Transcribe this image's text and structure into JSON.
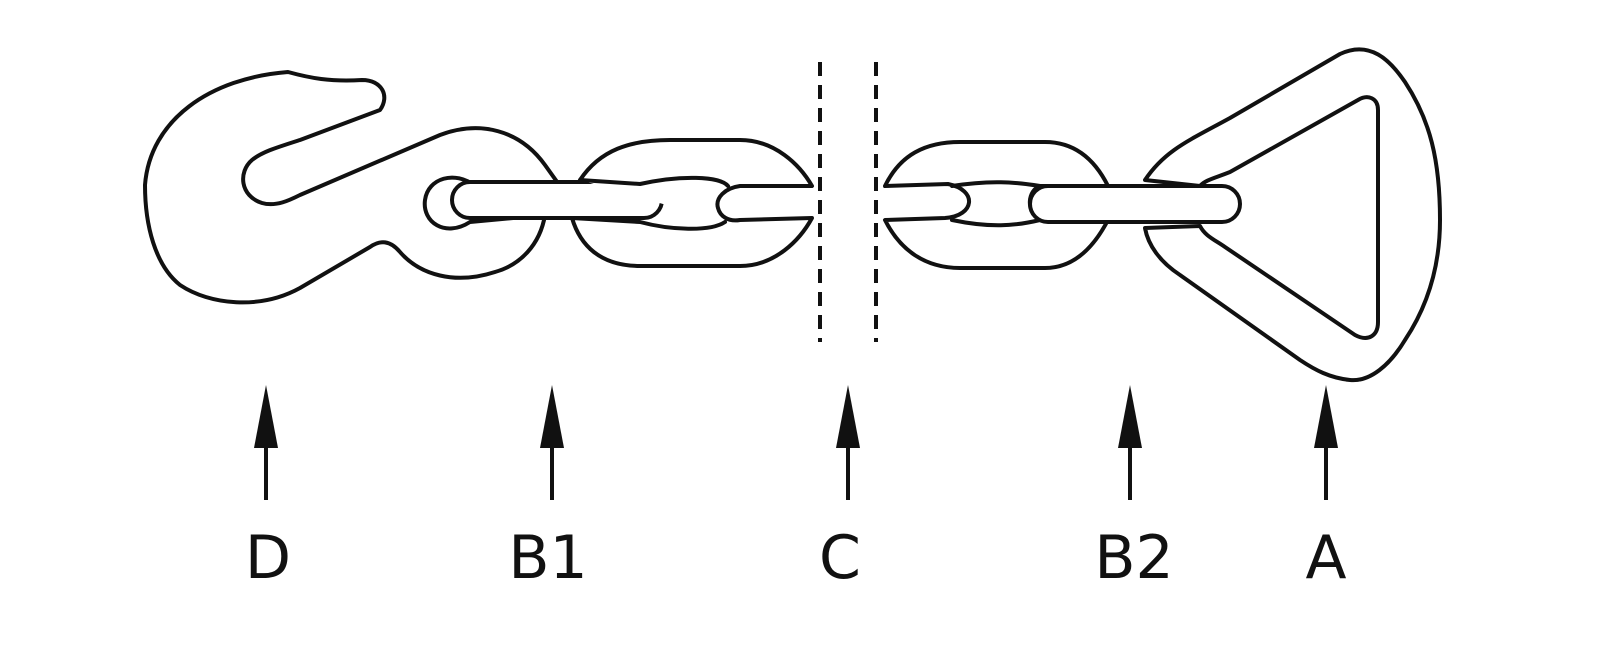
{
  "labels": {
    "d": "D",
    "b1": "B1",
    "c": "C",
    "b2": "B2",
    "a": "A"
  },
  "colors": {
    "stroke": "#111111",
    "background": "#ffffff"
  }
}
